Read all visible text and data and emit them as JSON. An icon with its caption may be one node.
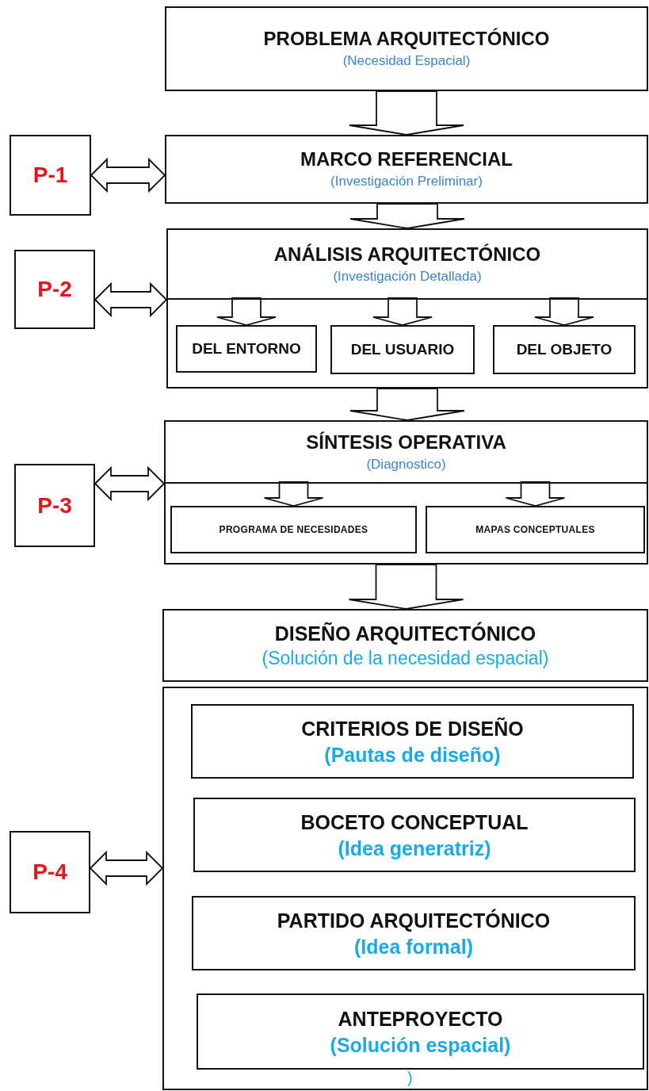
{
  "diagram": {
    "nodes": [
      {
        "text": [
          "PROBLEMA ARQUITECTÓNICO",
          "(Necesidad Espacial)"
        ]
      },
      {
        "text": [
          "P-1"
        ]
      },
      {
        "text": [
          "MARCO REFERENCIAL",
          "(Investigación Preliminar)"
        ]
      },
      {
        "text": [
          "P-2"
        ]
      },
      {
        "text": [
          "ANÁLISIS ARQUITECTÓNICO",
          "(Investigación Detallada)"
        ]
      },
      {
        "text": [
          "DEL ENTORNO"
        ],
        "in": 4
      },
      {
        "text": [
          "DEL USUARIO"
        ],
        "in": 4
      },
      {
        "text": [
          "DEL OBJETO"
        ],
        "in": 4
      },
      {
        "text": [
          "P-3"
        ]
      },
      {
        "text": [
          "SÍNTESIS OPERATIVA",
          "(Diagnostico)"
        ]
      },
      {
        "text": [
          "PROGRAMA DE NECESIDADES"
        ],
        "in": 9
      },
      {
        "text": [
          "MAPAS CONCEPTUALES"
        ],
        "in": 9
      },
      {
        "text": [
          "DISEÑO ARQUITECTÓNICO",
          "(Solución de la necesidad espacial)"
        ]
      },
      {
        "text": [
          "P-4"
        ]
      },
      {
        "text": [],
        "shape": "box"
      },
      {
        "text": [
          "CRITERIOS DE DISEÑO",
          "(Pautas de diseño)"
        ],
        "in": 14
      },
      {
        "text": [
          "BOCETO CONCEPTUAL",
          "(Idea generatriz)"
        ],
        "in": 14
      },
      {
        "text": [
          "PARTIDO ARQUITECTÓNICO",
          "(Idea formal)"
        ],
        "in": 14
      },
      {
        "text": [
          "ANTEPROYECTO",
          "(Solución espacial)"
        ],
        "in": 14
      }
    ],
    "edges": [
      {
        "from": 0,
        "to": 2,
        "arrow": "to"
      },
      {
        "from": 1,
        "to": 2,
        "arrow": "both"
      },
      {
        "from": 2,
        "to": 4,
        "arrow": "to"
      },
      {
        "from": 3,
        "to": 4,
        "arrow": "both"
      },
      {
        "from": 4,
        "to": 5,
        "arrow": "to"
      },
      {
        "from": 4,
        "to": 6,
        "arrow": "to"
      },
      {
        "from": 4,
        "to": 7,
        "arrow": "to"
      },
      {
        "from": 4,
        "to": 9,
        "arrow": "to"
      },
      {
        "from": 8,
        "to": 9,
        "arrow": "both"
      },
      {
        "from": 9,
        "to": 10,
        "arrow": "to"
      },
      {
        "from": 9,
        "to": 11,
        "arrow": "to"
      },
      {
        "from": 9,
        "to": 12,
        "arrow": "to"
      },
      {
        "from": 13,
        "to": 14,
        "arrow": "both"
      }
    ],
    "labels": [
      ")"
    ]
  }
}
